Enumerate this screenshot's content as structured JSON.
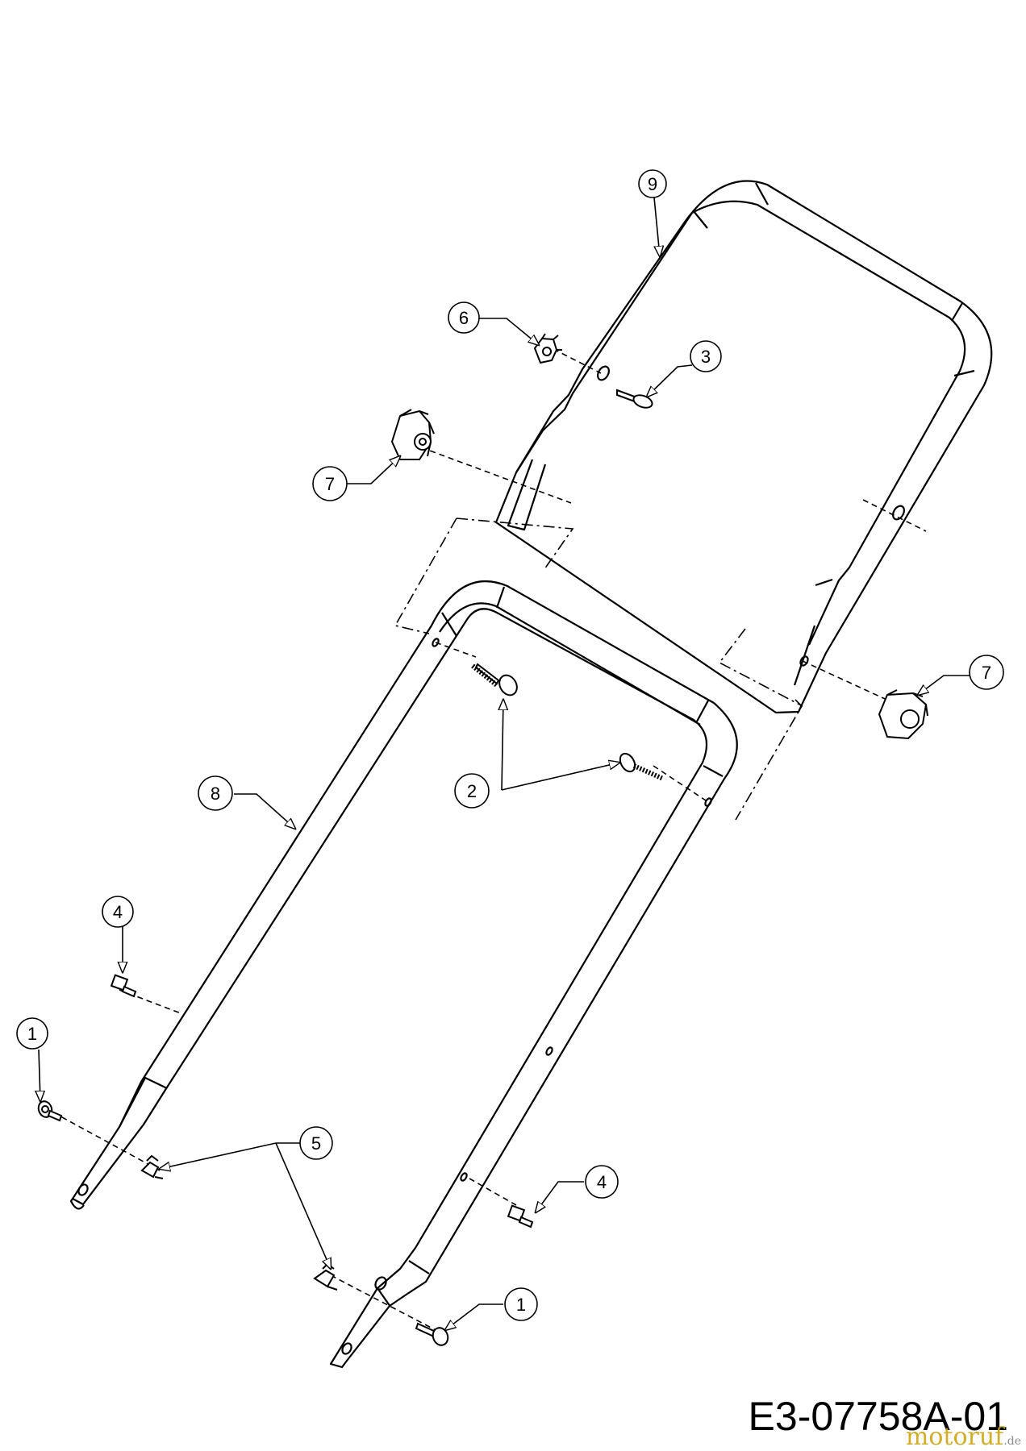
{
  "drawing_code": "E3-07758A-01",
  "watermark": {
    "brand": "motoruf",
    "suffix": ".de"
  },
  "callouts": [
    {
      "id": "callout-9",
      "label": "9"
    },
    {
      "id": "callout-6",
      "label": "6"
    },
    {
      "id": "callout-3",
      "label": "3"
    },
    {
      "id": "callout-7a",
      "label": "7"
    },
    {
      "id": "callout-7b",
      "label": "7"
    },
    {
      "id": "callout-8",
      "label": "8"
    },
    {
      "id": "callout-2",
      "label": "2"
    },
    {
      "id": "callout-4a",
      "label": "4"
    },
    {
      "id": "callout-1a",
      "label": "1"
    },
    {
      "id": "callout-5",
      "label": "5"
    },
    {
      "id": "callout-4b",
      "label": "4"
    },
    {
      "id": "callout-1b",
      "label": "1"
    }
  ]
}
